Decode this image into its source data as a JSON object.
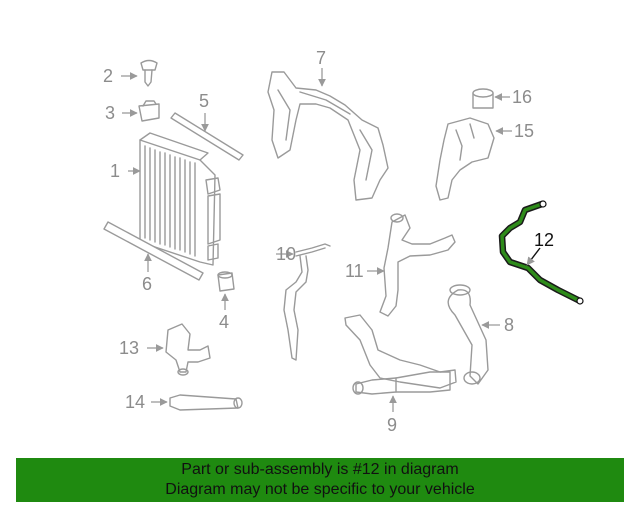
{
  "callouts": {
    "c1": "1",
    "c2": "2",
    "c3": "3",
    "c4": "4",
    "c5": "5",
    "c6": "6",
    "c7": "7",
    "c8": "8",
    "c9": "9",
    "c10": "10",
    "c11": "11",
    "c12": "12",
    "c13": "13",
    "c14": "14",
    "c15": "15",
    "c16": "16"
  },
  "highlighted_part": "12",
  "colors": {
    "highlight": "#2e8b1a",
    "banner": "#1f8a10",
    "line_art": "#9a9a9a"
  },
  "banner": {
    "line1": "Part or sub-assembly is #12 in diagram",
    "line2": "Diagram may not be specific to your vehicle"
  }
}
